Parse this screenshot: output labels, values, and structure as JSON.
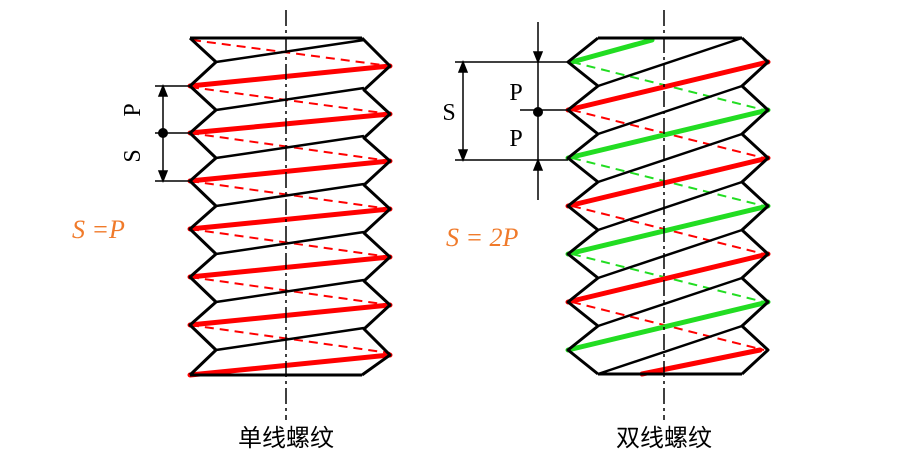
{
  "colors": {
    "outline": "#000000",
    "thread_red": "#ff0000",
    "thread_green": "#22dd22",
    "formula": "#f07a2a",
    "centerline": "#000000"
  },
  "left_figure": {
    "caption": "单线螺纹",
    "formula": "S =P",
    "dim_pitch": "P",
    "dim_lead": "S",
    "thread_starts": 1
  },
  "right_figure": {
    "caption": "双线螺纹",
    "formula": "S = 2P",
    "dim_pitch_upper": "P",
    "dim_pitch_lower": "P",
    "dim_lead": "S",
    "thread_starts": 2
  }
}
